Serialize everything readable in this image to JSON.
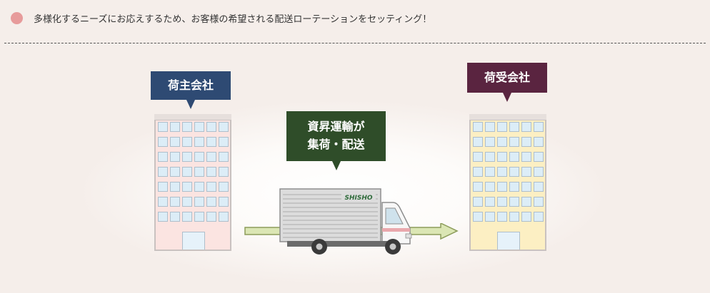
{
  "header": {
    "bullet_color": "#e79b9b",
    "text": "多様化するニーズにお応えするため、お客様の希望される配送ローテーションをセッティング！"
  },
  "diagram": {
    "shipper": {
      "label": "荷主会社",
      "color": "#2e4a73"
    },
    "carrier": {
      "line1": "資昇運輸が",
      "line2": "集荷・配送",
      "color": "#2f4d29"
    },
    "receiver": {
      "label": "荷受会社",
      "color": "#5a2440"
    },
    "truck_logo": "SHISHO"
  }
}
